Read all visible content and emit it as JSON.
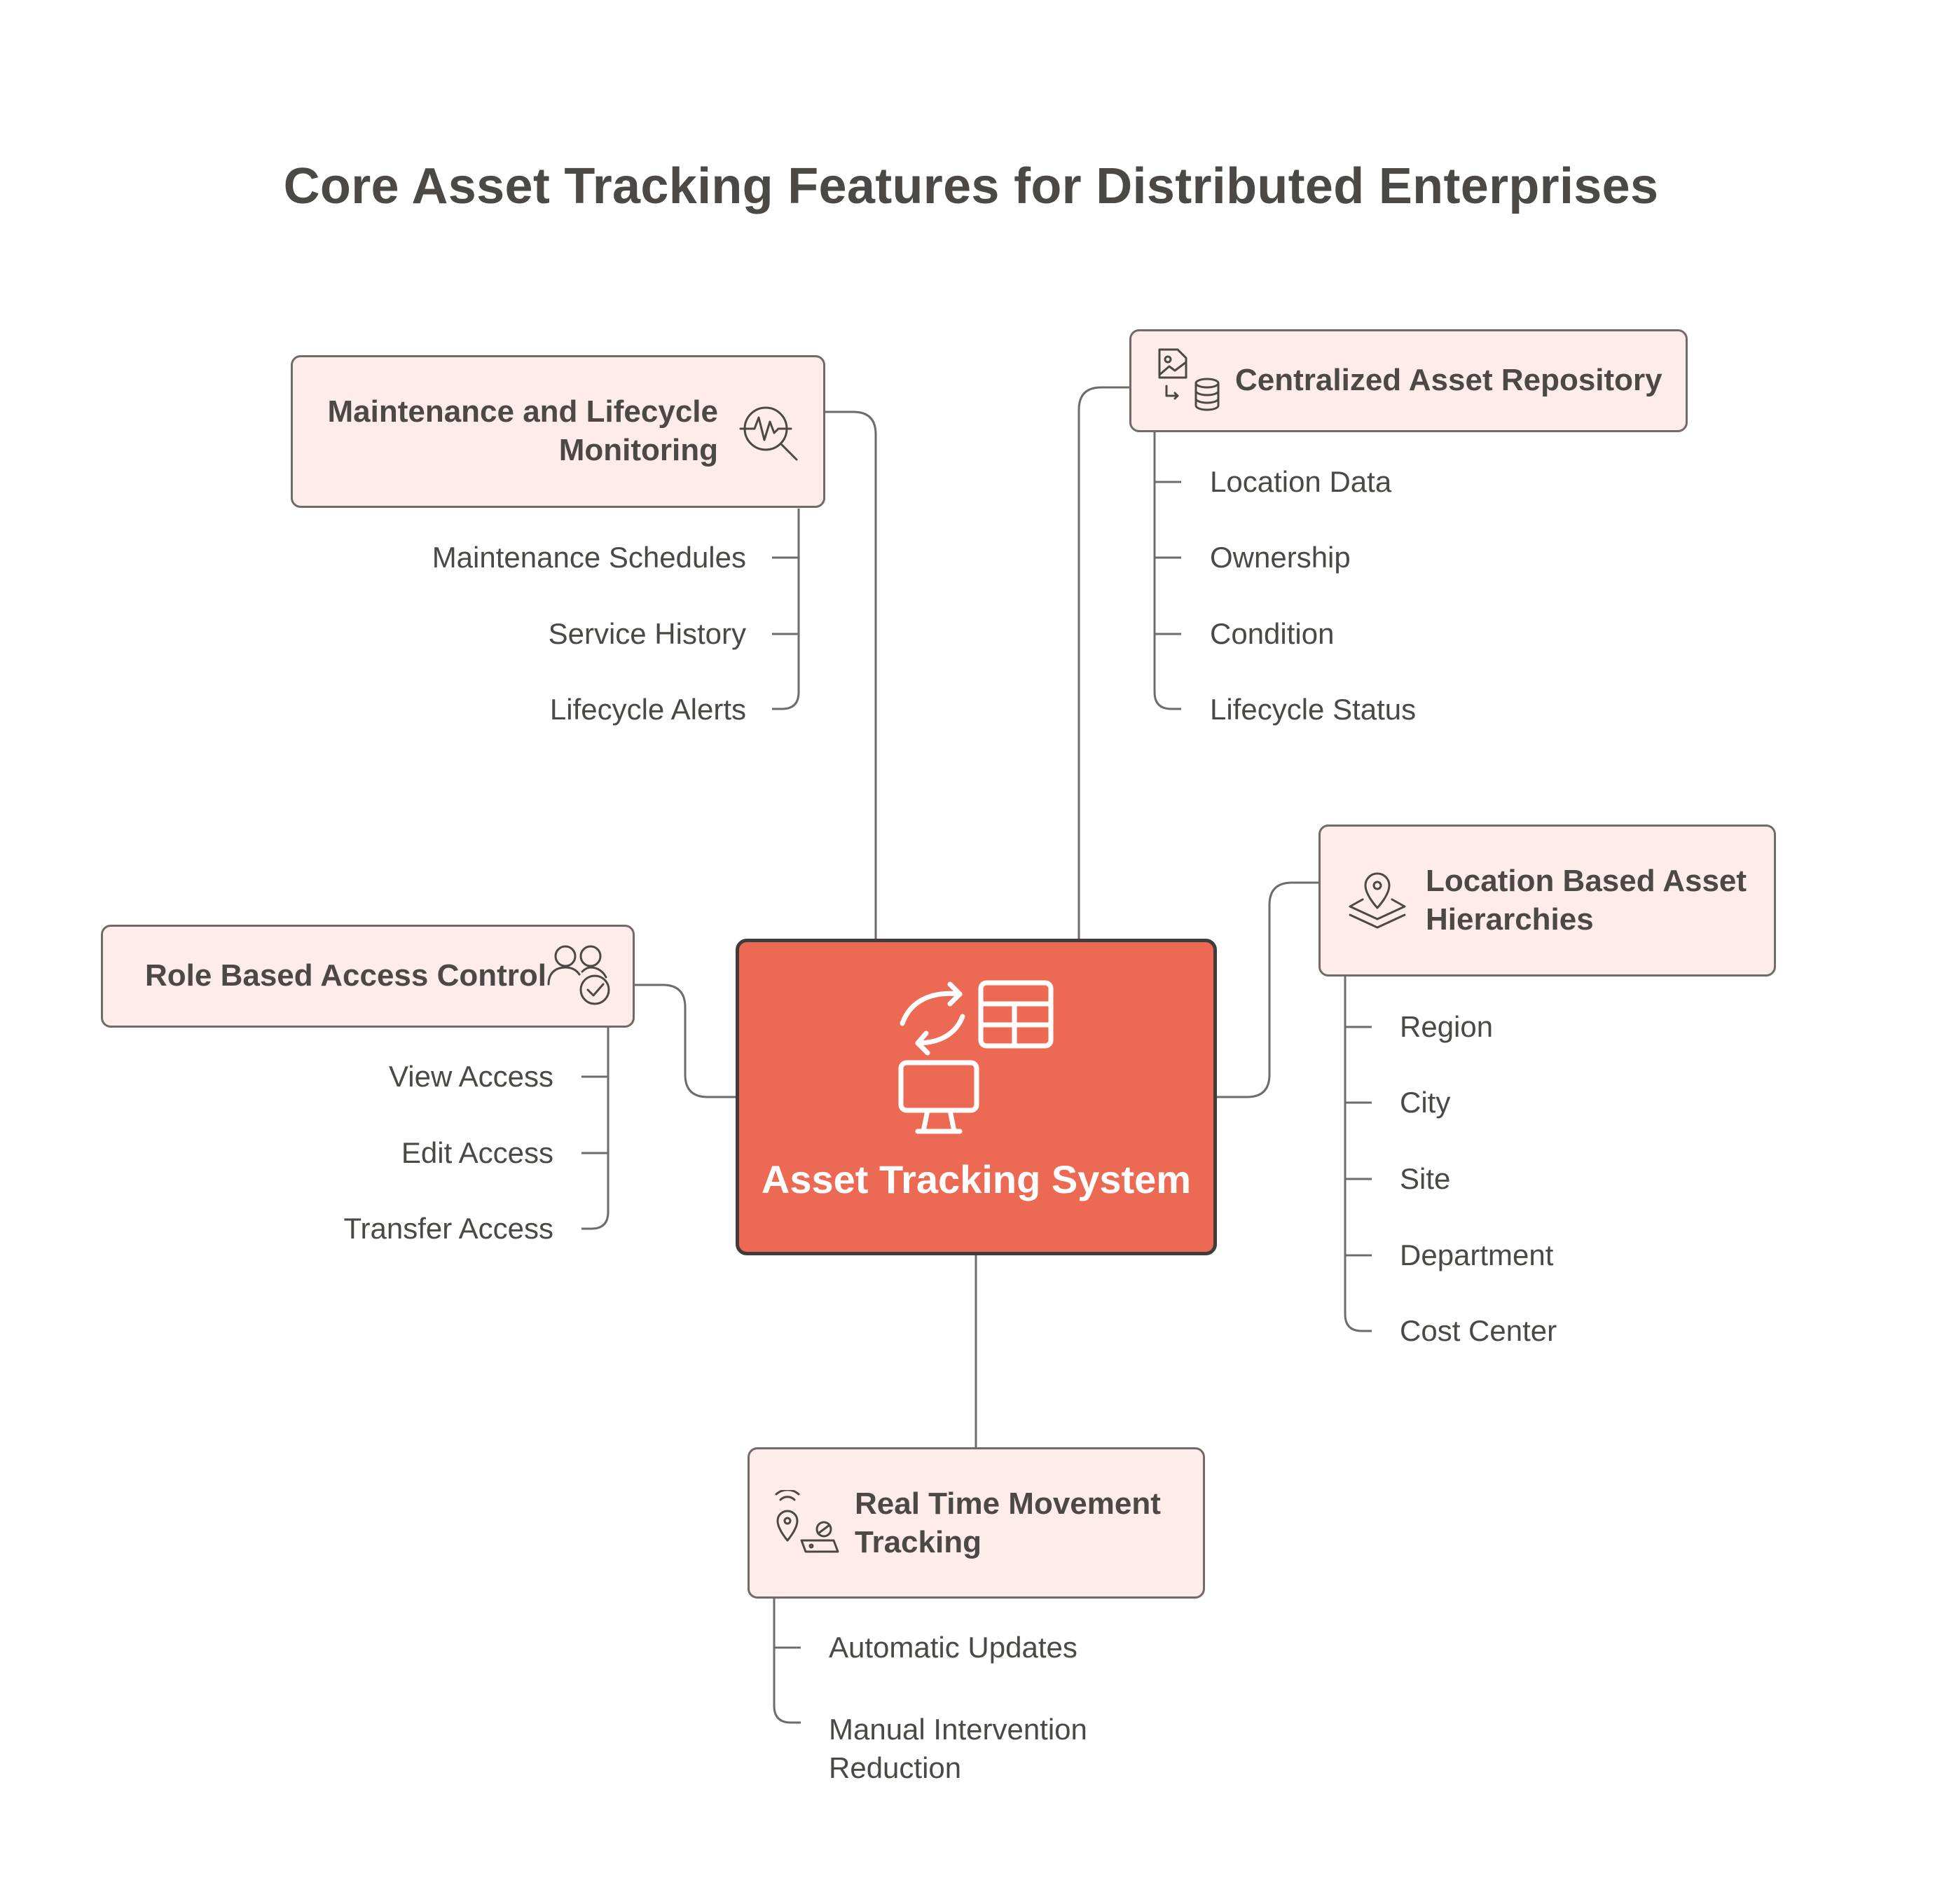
{
  "title": "Core Asset Tracking Features for Distributed Enterprises",
  "center": {
    "label": "Asset Tracking System"
  },
  "nodes": {
    "maintenance": {
      "label_line1": "Maintenance and Lifecycle",
      "label_line2": "Monitoring",
      "icon": "activity-search-icon",
      "items": [
        "Maintenance Schedules",
        "Service History",
        "Lifecycle Alerts"
      ]
    },
    "repository": {
      "label": "Centralized Asset Repository",
      "icon": "image-database-icon",
      "items": [
        "Location Data",
        "Ownership",
        "Condition",
        "Lifecycle Status"
      ]
    },
    "location": {
      "label_line1": "Location Based Asset",
      "label_line2": "Hierarchies",
      "icon": "map-pin-layers-icon",
      "items": [
        "Region",
        "City",
        "Site",
        "Department",
        "Cost Center"
      ]
    },
    "rbac": {
      "label": "Role Based Access Control",
      "icon": "users-check-icon",
      "items": [
        "View Access",
        "Edit Access",
        "Transfer Access"
      ]
    },
    "realtime": {
      "label_line1": "Real Time Movement",
      "label_line2": "Tracking",
      "icon": "location-signal-icon",
      "items": [
        "Automatic Updates",
        "Manual Intervention",
        "Reduction"
      ]
    }
  },
  "colors": {
    "center_fill": "#ec6953",
    "node_fill": "#fdecea",
    "stroke": "#6f6b69",
    "text": "#4b4846"
  }
}
